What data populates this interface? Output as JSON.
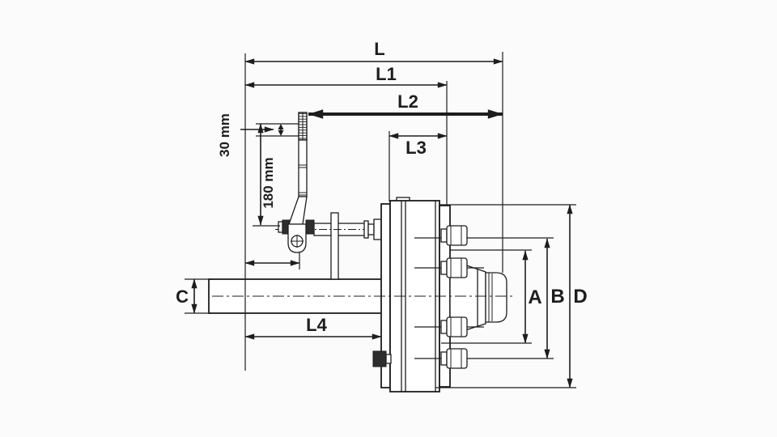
{
  "diagram": {
    "dimensions": {
      "L": "L",
      "L1": "L1",
      "L2": "L2",
      "L3": "L3",
      "L4": "L4",
      "A": "A",
      "B": "B",
      "C": "C",
      "D": "D",
      "offset30": "30 mm",
      "length180": "180 mm"
    },
    "colors": {
      "line": "#1d1d1d",
      "paper": "#fbfbfb",
      "dark_fill": "#2e2e2e"
    }
  }
}
